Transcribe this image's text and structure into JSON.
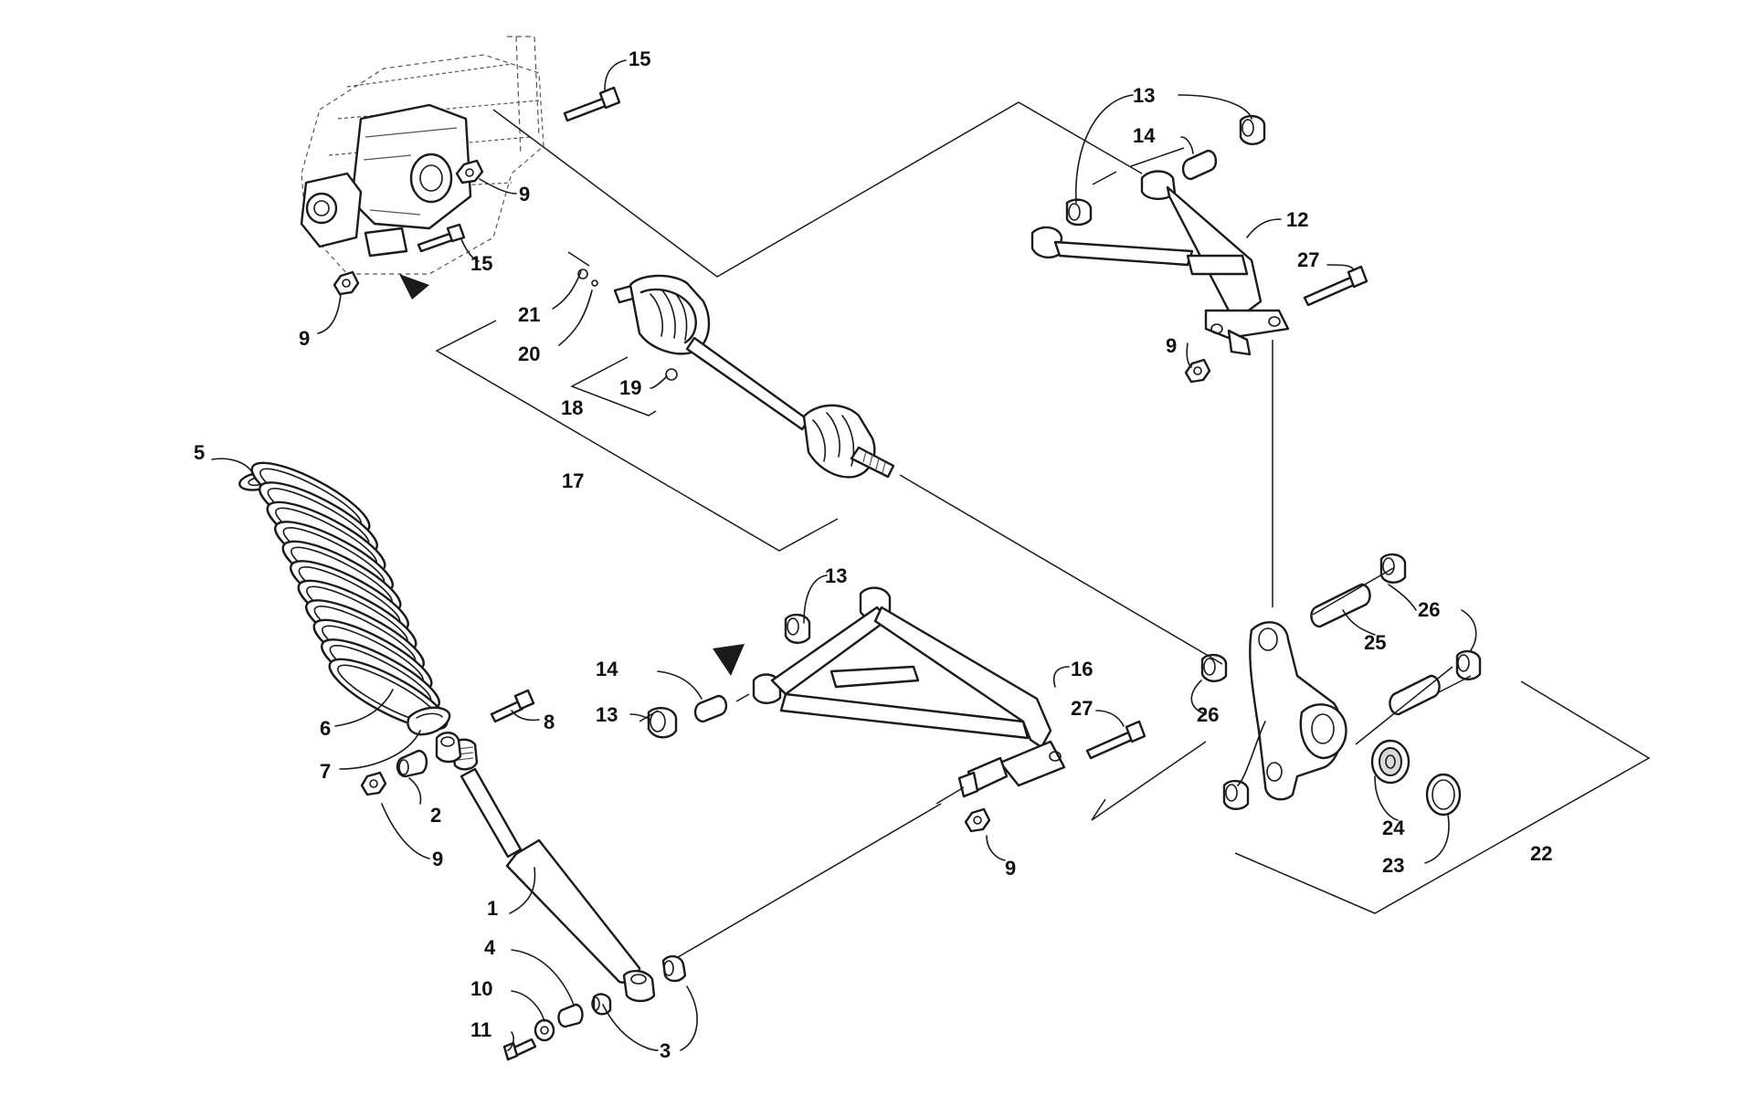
{
  "callouts": [
    {
      "id": "c15a",
      "text": "15"
    },
    {
      "id": "c9a",
      "text": "9"
    },
    {
      "id": "c15b",
      "text": "15"
    },
    {
      "id": "c9b",
      "text": "9"
    },
    {
      "id": "c21",
      "text": "21"
    },
    {
      "id": "c20",
      "text": "20"
    },
    {
      "id": "c19",
      "text": "19"
    },
    {
      "id": "c18",
      "text": "18"
    },
    {
      "id": "c17",
      "text": "17"
    },
    {
      "id": "c13a",
      "text": "13"
    },
    {
      "id": "c14a",
      "text": "14"
    },
    {
      "id": "c12",
      "text": "12"
    },
    {
      "id": "c27a",
      "text": "27"
    },
    {
      "id": "c9c",
      "text": "9"
    },
    {
      "id": "c5",
      "text": "5"
    },
    {
      "id": "c6",
      "text": "6"
    },
    {
      "id": "c7",
      "text": "7"
    },
    {
      "id": "c8",
      "text": "8"
    },
    {
      "id": "c2",
      "text": "2"
    },
    {
      "id": "c9d",
      "text": "9"
    },
    {
      "id": "c1",
      "text": "1"
    },
    {
      "id": "c4",
      "text": "4"
    },
    {
      "id": "c10",
      "text": "10"
    },
    {
      "id": "c11",
      "text": "11"
    },
    {
      "id": "c3",
      "text": "3"
    },
    {
      "id": "c13b",
      "text": "13"
    },
    {
      "id": "c14b",
      "text": "14"
    },
    {
      "id": "c13c",
      "text": "13"
    },
    {
      "id": "c16",
      "text": "16"
    },
    {
      "id": "c27b",
      "text": "27"
    },
    {
      "id": "c9e",
      "text": "9"
    },
    {
      "id": "c26a",
      "text": "26"
    },
    {
      "id": "c25",
      "text": "25"
    },
    {
      "id": "c26b",
      "text": "26"
    },
    {
      "id": "c24",
      "text": "24"
    },
    {
      "id": "c23",
      "text": "23"
    },
    {
      "id": "c22",
      "text": "22"
    }
  ]
}
